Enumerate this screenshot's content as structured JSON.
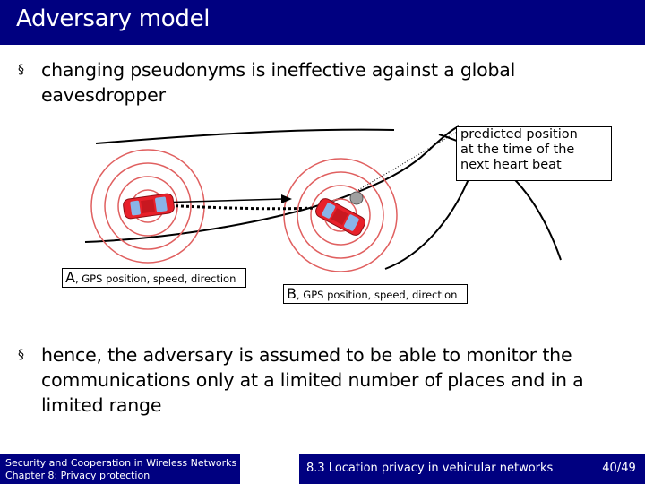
{
  "slide": {
    "title": "Adversary model",
    "bullets": [
      {
        "marker": "§",
        "lines": [
          "changing pseudonyms is ineffective against a global",
          "eavesdropper"
        ]
      },
      {
        "marker": "§",
        "lines": [
          "hence, the adversary is assumed to be able to monitor the",
          "communications only at a limited number of places and in a",
          "limited range"
        ]
      }
    ]
  },
  "diagram": {
    "callout_lines": [
      "predicted position",
      "at the time of the",
      "next heart beat"
    ],
    "label_a": {
      "letter": "A",
      "rest": ", GPS position, speed, direction"
    },
    "label_b": {
      "letter": "B",
      "rest": ", GPS position, speed, direction"
    },
    "colors": {
      "car": "#e8202a",
      "rings": "#e06060",
      "predicted_marker": "#a0a0a0",
      "window": "#8ab4e8"
    }
  },
  "footer": {
    "left_lines": [
      "Security and Cooperation in Wireless Networks",
      "Chapter 8: Privacy protection"
    ],
    "middle": "8.3 Location privacy in vehicular networks",
    "page": "40/49"
  },
  "theme": {
    "bar_color": "#000080",
    "bar_text_color": "#ffffff"
  }
}
